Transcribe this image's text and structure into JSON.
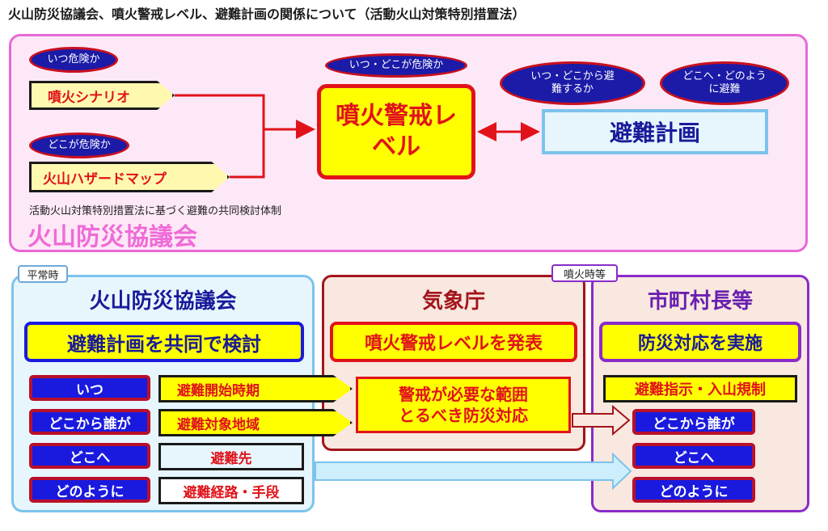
{
  "title": "火山防災協議会、噴火警戒レベル、避難計画の関係について（活動火山対策特別措置法）",
  "top": {
    "oval_when": "いつ危険か",
    "oval_where": "どこが危険か",
    "oval_when_where": "いつ・どこが危険か",
    "oval_evac_from": "いつ・どこから避難するか",
    "oval_evac_to": "どこへ・どのように避難",
    "scenario": "噴火シナリオ",
    "hazard_map": "火山ハザードマップ",
    "alert_level": "噴火警戒レベル",
    "evac_plan": "避難計画",
    "system_note": "活動火山対策特別措置法に基づく避難の共同検討体制",
    "council": "火山防災協議会"
  },
  "bottom": {
    "tag_normal": "平常時",
    "tag_eruption": "噴火時等",
    "council": {
      "title": "火山防災協議会",
      "action": "避難計画を共同で検討",
      "rows": [
        {
          "key": "いつ",
          "value": "避難開始時期"
        },
        {
          "key": "どこから誰が",
          "value": "避難対象地域"
        },
        {
          "key": "どこへ",
          "value": "避難先"
        },
        {
          "key": "どのように",
          "value": "避難経路・手段"
        }
      ]
    },
    "jma": {
      "title": "気象庁",
      "action": "噴火警戒レベルを発表",
      "info": "警戒が必要な範囲\nとるべき防災対応"
    },
    "mayor": {
      "title": "市町村長等",
      "action": "防災対応を実施",
      "directive": "避難指示・入山規制",
      "items": [
        "どこから誰が",
        "どこへ",
        "どのように"
      ]
    }
  },
  "colors": {
    "pink_panel": "#fde8f7",
    "pink_border": "#e868d8",
    "blue_panel": "#e7f6fd",
    "blue_border": "#7cc3ec",
    "tan_panel": "#f8e8df",
    "maroon_border": "#a3141b",
    "purple_border": "#8a2bc9",
    "yellow": "#ffff00",
    "red_text": "#e1131a",
    "navy": "#1a1a9a"
  }
}
